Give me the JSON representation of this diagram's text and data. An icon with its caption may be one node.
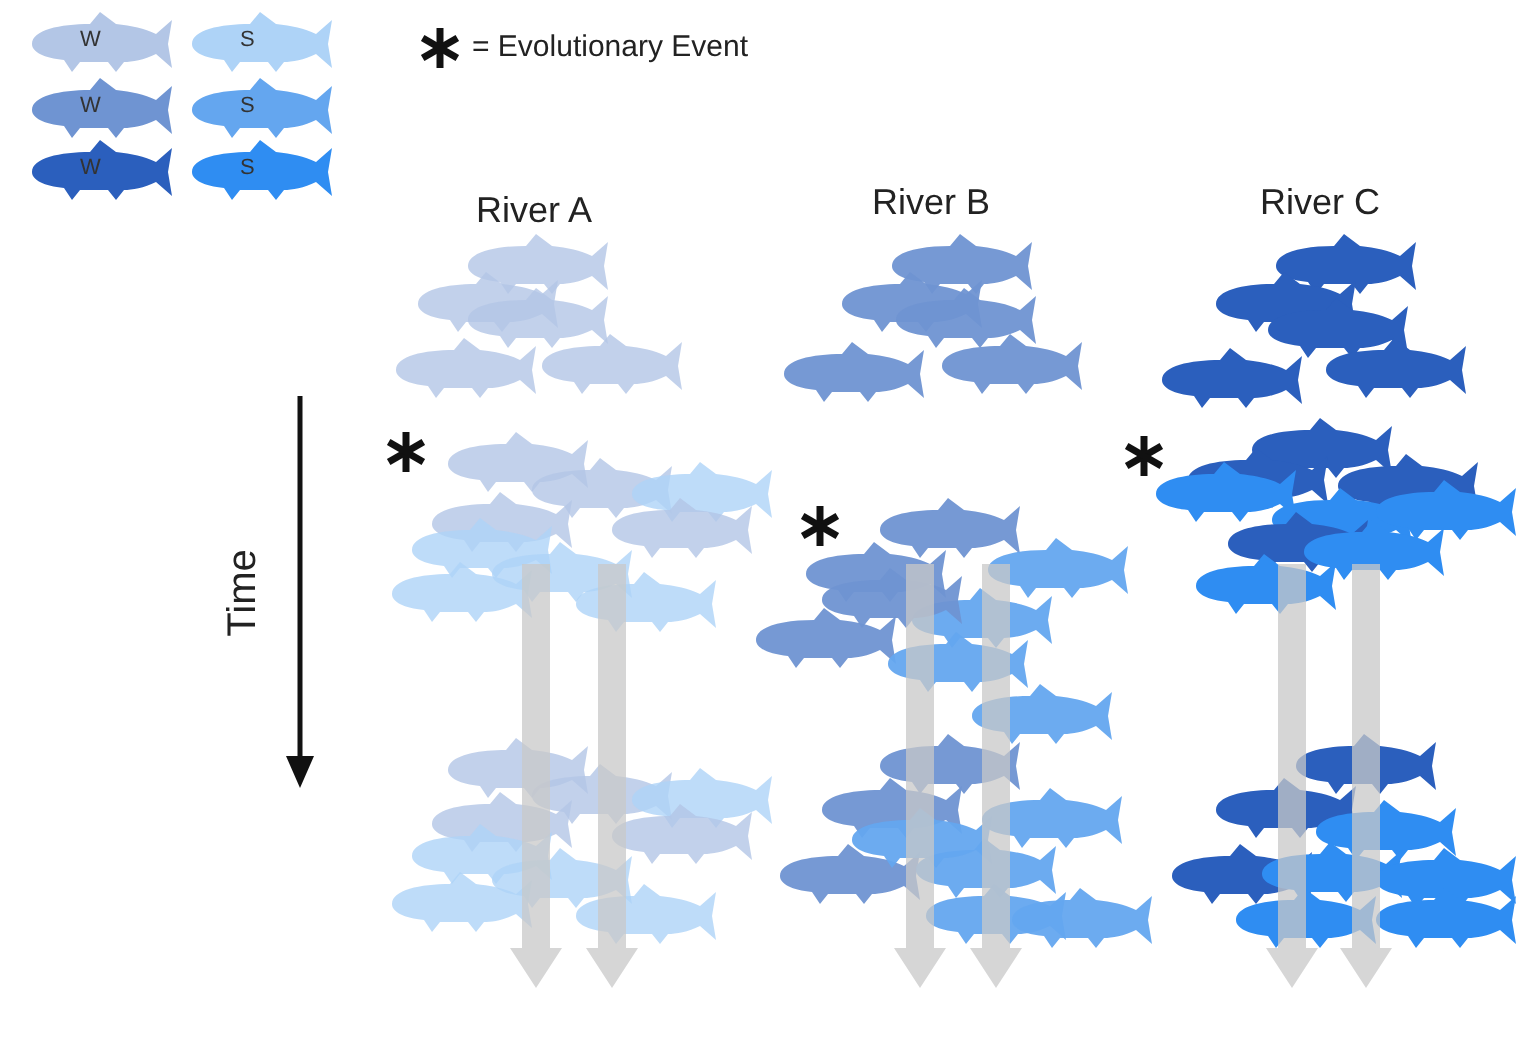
{
  "diagram": {
    "labels": [
      "River A",
      "River B",
      "River C",
      "Time"
    ],
    "legend": [
      {
        "text": "W",
        "color": "#b3c6e6"
      },
      {
        "text": "S",
        "color": "#aed3f7"
      },
      {
        "text": "W",
        "color": "#6f94d2"
      },
      {
        "text": "S",
        "color": "#64a6ef"
      },
      {
        "text": "W",
        "color": "#2b5fbd"
      },
      {
        "text": "S",
        "color": "#2f8df2"
      },
      {
        "text": "= Evolutionary Event"
      }
    ]
  }
}
